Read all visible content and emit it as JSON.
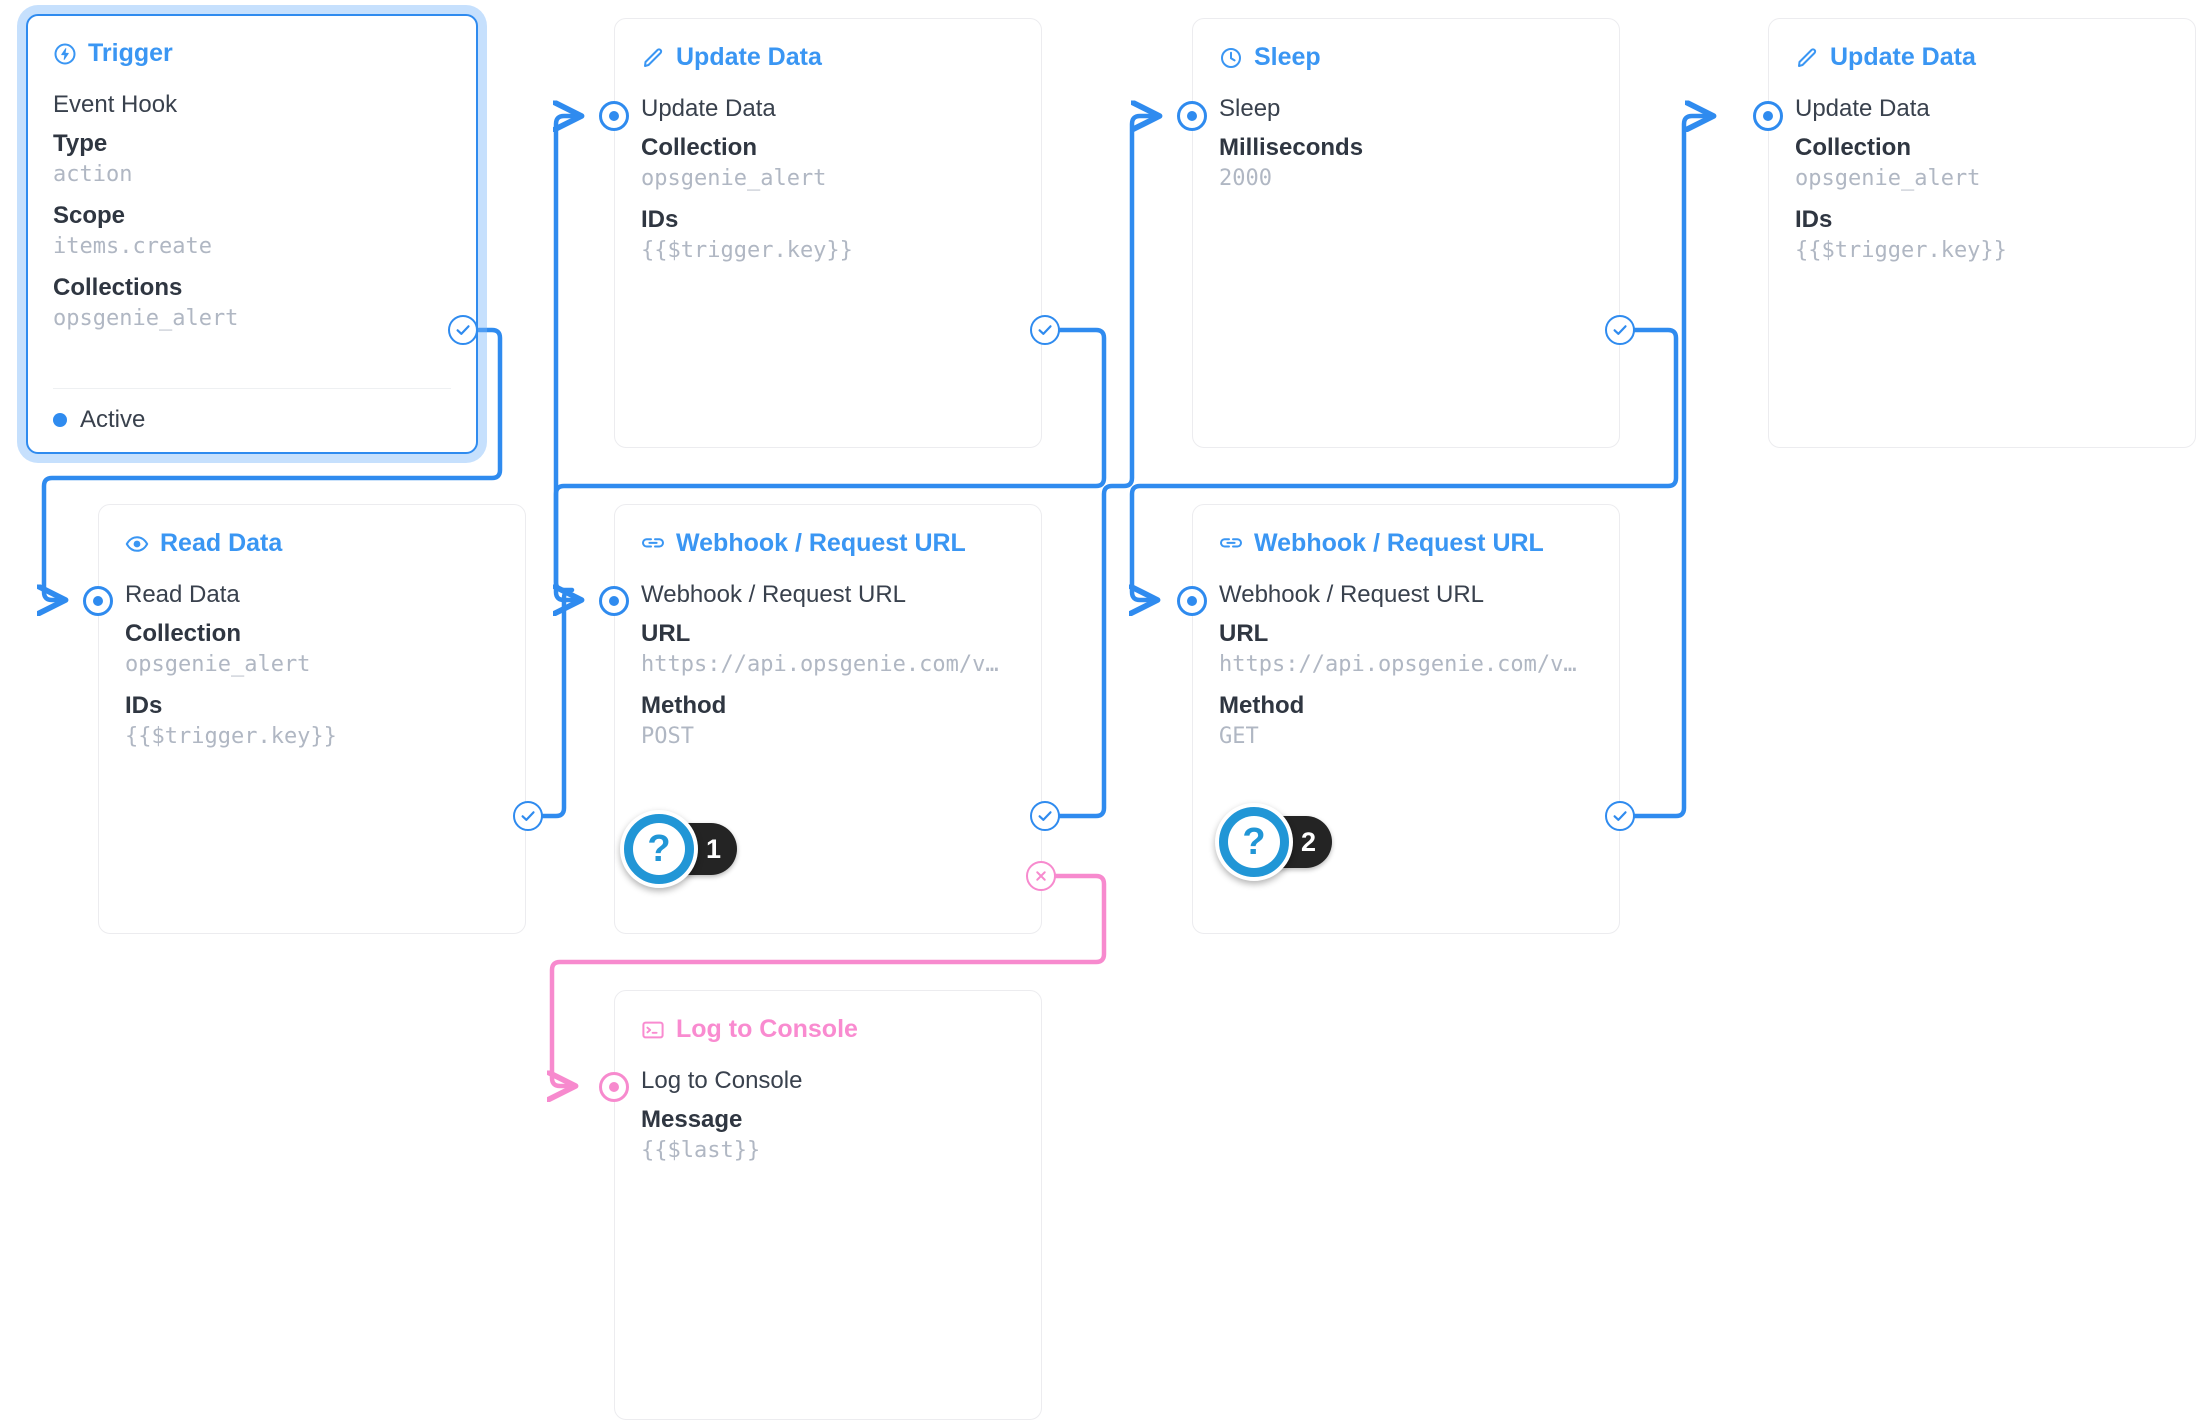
{
  "theme": {
    "accent": "#2f8bef",
    "title_blue": "#3a96f3",
    "pink": "#f78ace",
    "value_grey": "#b0b7c3",
    "label_dark": "#2f3641",
    "card_border": "#ececef",
    "badge_dark": "#242424",
    "badge_blue": "#2196d6"
  },
  "nodes": [
    {
      "id": "trigger",
      "title": "Trigger",
      "icon": "bolt-circle-icon",
      "operation": "Event Hook",
      "fields": [
        {
          "label": "Type",
          "value": "action"
        },
        {
          "label": "Scope",
          "value": "items.create"
        },
        {
          "label": "Collections",
          "value": "opsgenie_alert"
        }
      ],
      "status": "Active"
    },
    {
      "id": "update-data-1",
      "title": "Update Data",
      "icon": "pencil-icon",
      "operation": "Update Data",
      "fields": [
        {
          "label": "Collection",
          "value": "opsgenie_alert"
        },
        {
          "label": "IDs",
          "value": "{{$trigger.key}}"
        }
      ]
    },
    {
      "id": "sleep",
      "title": "Sleep",
      "icon": "clock-icon",
      "operation": "Sleep",
      "fields": [
        {
          "label": "Milliseconds",
          "value": "2000"
        }
      ]
    },
    {
      "id": "update-data-2",
      "title": "Update Data",
      "icon": "pencil-icon",
      "operation": "Update Data",
      "fields": [
        {
          "label": "Collection",
          "value": "opsgenie_alert"
        },
        {
          "label": "IDs",
          "value": "{{$trigger.key}}"
        }
      ]
    },
    {
      "id": "read-data",
      "title": "Read Data",
      "icon": "eye-icon",
      "operation": "Read Data",
      "fields": [
        {
          "label": "Collection",
          "value": "opsgenie_alert"
        },
        {
          "label": "IDs",
          "value": "{{$trigger.key}}"
        }
      ]
    },
    {
      "id": "webhook-post",
      "title": "Webhook / Request URL",
      "icon": "link-icon",
      "operation": "Webhook / Request URL",
      "fields": [
        {
          "label": "URL",
          "value": "https://api.opsgenie.com/v…"
        },
        {
          "label": "Method",
          "value": "POST"
        }
      ]
    },
    {
      "id": "webhook-get",
      "title": "Webhook / Request URL",
      "icon": "link-icon",
      "operation": "Webhook / Request URL",
      "fields": [
        {
          "label": "URL",
          "value": "https://api.opsgenie.com/v…"
        },
        {
          "label": "Method",
          "value": "GET"
        }
      ]
    },
    {
      "id": "log-to-console",
      "title": "Log to Console",
      "icon": "console-icon",
      "operation": "Log to Console",
      "fields": [
        {
          "label": "Message",
          "value": "{{$last}}"
        }
      ]
    }
  ],
  "help_badges": [
    {
      "id": "help-1",
      "symbol": "?",
      "count": "1"
    },
    {
      "id": "help-2",
      "symbol": "?",
      "count": "2"
    }
  ]
}
